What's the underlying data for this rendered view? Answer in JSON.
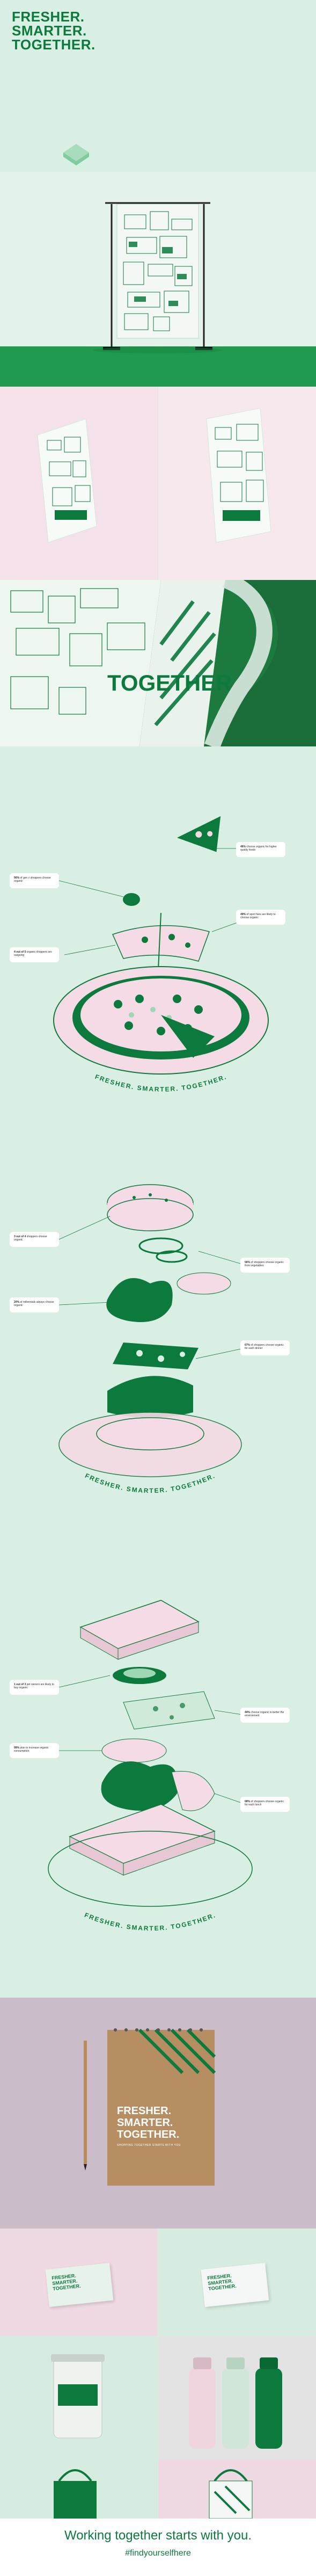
{
  "hero": {
    "headline": [
      "FRESHER.",
      "SMARTER.",
      "TOGETHER."
    ]
  },
  "poster": {
    "title": "TOGETHER."
  },
  "slogan": "FRESHER. SMARTER. TOGETHER.",
  "pizza": {
    "annotations": [
      {
        "strong": "90%",
        "rest": " of gen z shoppers choose organic"
      },
      {
        "strong": "46%",
        "rest": " choose organic for higher quality foods"
      },
      {
        "strong": "49%",
        "rest": " of sport fans are likely to choose organic"
      },
      {
        "strong": "4 out of 5",
        "rest": " organic shoppers are outgoing"
      }
    ]
  },
  "burger": {
    "annotations": [
      {
        "strong": "3 out of 4",
        "rest": " shoppers choose organic"
      },
      {
        "strong": "56%",
        "rest": " of shoppers choose organic from vegetables"
      },
      {
        "strong": "20%",
        "rest": " of millennials always choose organic"
      },
      {
        "strong": "67%",
        "rest": " of shoppers choose organic for each dinner"
      }
    ]
  },
  "sandwich": {
    "annotations": [
      {
        "strong": "1 out of 3",
        "rest": " pet owners are likely to buy organic"
      },
      {
        "strong": "44%",
        "rest": " choose organic to better the environment"
      },
      {
        "strong": "99%",
        "rest": " plan to increase organic consumption"
      },
      {
        "strong": "68%",
        "rest": " of shoppers choose organic for each lunch"
      }
    ]
  },
  "notebook": {
    "lines": [
      "FRESHER.",
      "SMARTER.",
      "TOGETHER."
    ],
    "subline": "SHOPPING TOGETHER STARTS WITH YOU"
  },
  "card": {
    "lines": [
      "FRESHER.",
      "SMARTER.",
      "TOGETHER."
    ]
  },
  "footer": {
    "tagline": "Working together starts with you.",
    "hashtag": "#findyourselfhere"
  },
  "colors": {
    "brand_green": "#0b7a3c",
    "mint": "#d9efe3",
    "pink": "#f3dce6"
  }
}
